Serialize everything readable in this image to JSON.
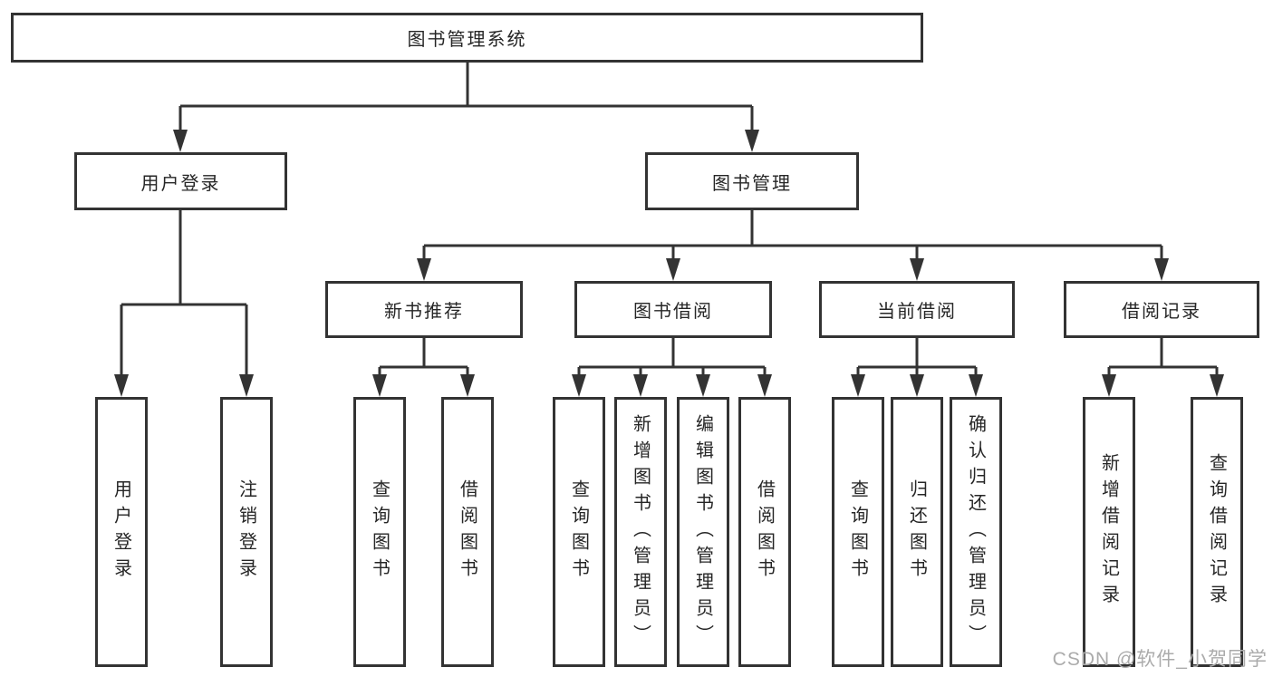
{
  "diagram": {
    "type": "hierarchy-tree",
    "watermark": "CSDN @软件_小贺同学",
    "colors": {
      "line": "#333333",
      "box_border": "#333333",
      "text": "#262626",
      "watermark": "#ababab",
      "background": "#ffffff"
    },
    "tree": {
      "label": "图书管理系统",
      "children": [
        {
          "label": "用户登录",
          "children": [
            {
              "label": "用户登录"
            },
            {
              "label": "注销登录"
            }
          ]
        },
        {
          "label": "图书管理",
          "children": [
            {
              "label": "新书推荐",
              "children": [
                {
                  "label": "查询图书"
                },
                {
                  "label": "借阅图书"
                }
              ]
            },
            {
              "label": "图书借阅",
              "children": [
                {
                  "label": "查询图书"
                },
                {
                  "label": "新增图书（管理员）"
                },
                {
                  "label": "编辑图书（管理员）"
                },
                {
                  "label": "借阅图书"
                }
              ]
            },
            {
              "label": "当前借阅",
              "children": [
                {
                  "label": "查询图书"
                },
                {
                  "label": "归还图书"
                },
                {
                  "label": "确认归还（管理员）"
                }
              ]
            },
            {
              "label": "借阅记录",
              "children": [
                {
                  "label": "新增借阅记录"
                },
                {
                  "label": "查询借阅记录"
                }
              ]
            }
          ]
        }
      ]
    }
  }
}
